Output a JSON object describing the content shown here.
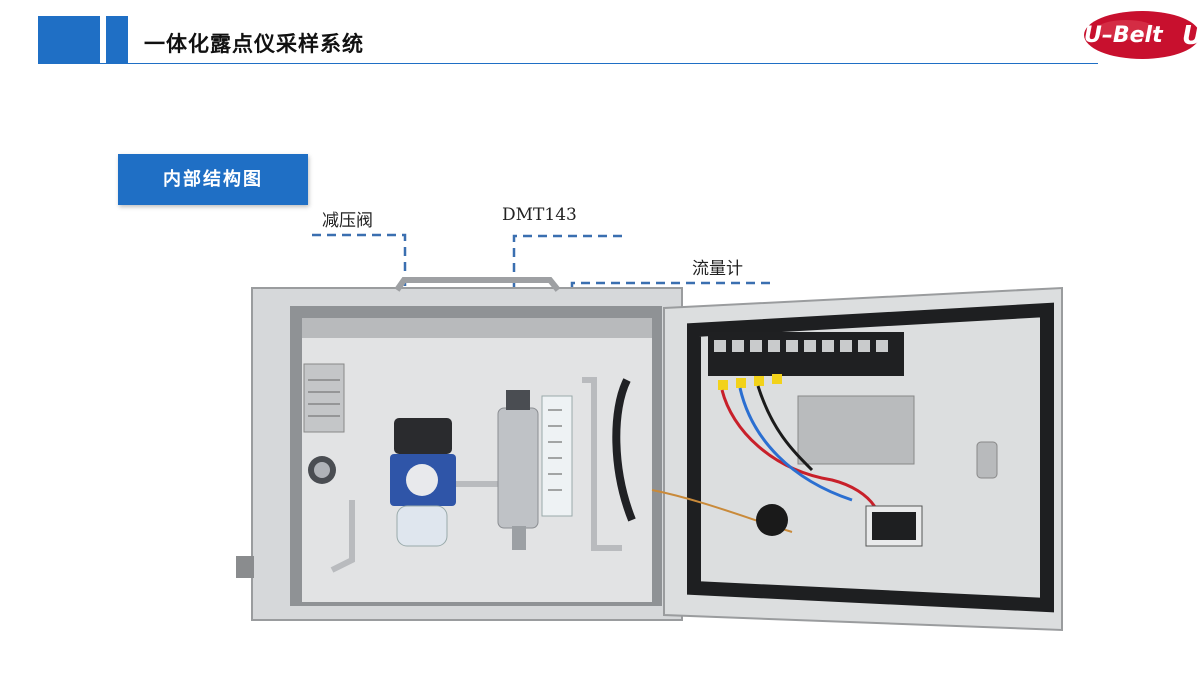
{
  "header": {
    "title": "一体化露点仪采样系统",
    "accent_color": "#1f6fc5",
    "logo_text": "U-Belt"
  },
  "section_tag": {
    "label": "内部结构图"
  },
  "callouts": {
    "pressure_valve": "减压阀",
    "dmt143": "DMT143",
    "flowmeter": "流量计"
  }
}
